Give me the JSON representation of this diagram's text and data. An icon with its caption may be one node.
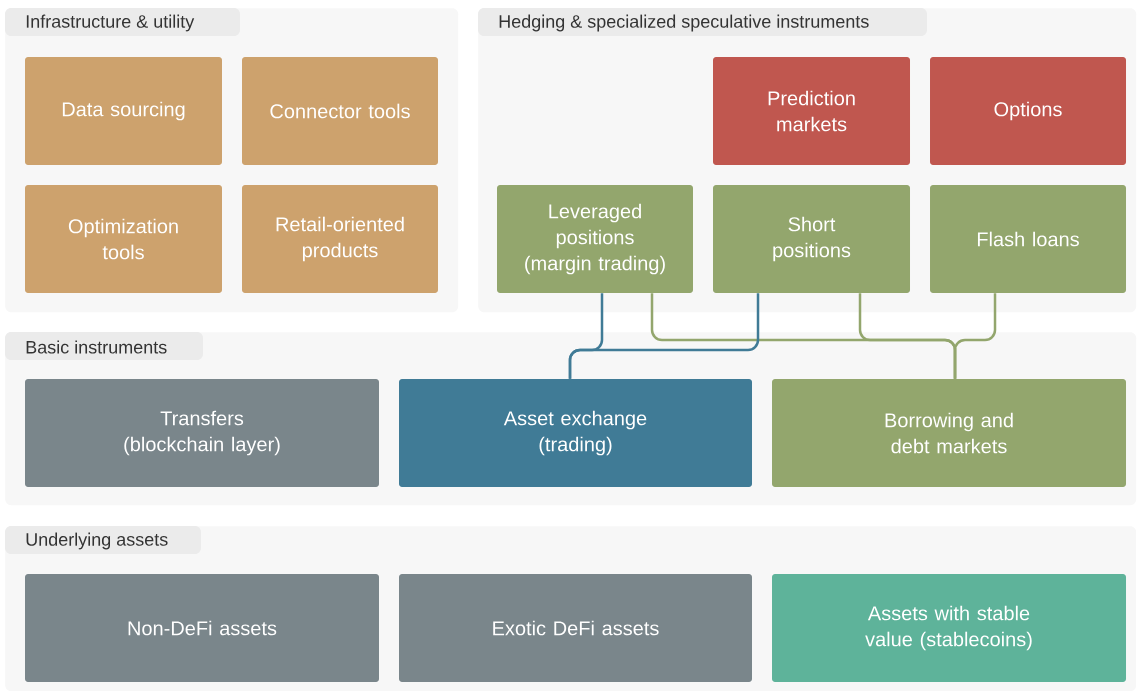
{
  "diagram": {
    "nodes": [
      {
        "text": [
          "Infrastructure & utility"
        ]
      },
      {
        "text": [
          "Data sourcing"
        ],
        "in": 0
      },
      {
        "text": [
          "Connector tools"
        ],
        "in": 0
      },
      {
        "text": [
          "Optimization tools"
        ],
        "in": 0
      },
      {
        "text": [
          "Retail-oriented products"
        ],
        "in": 0
      },
      {
        "text": [
          "Hedging & specialized speculative instruments"
        ]
      },
      {
        "text": [
          "Prediction markets"
        ],
        "in": 5
      },
      {
        "text": [
          "Options"
        ],
        "in": 5
      },
      {
        "text": [
          "Leveraged positions (margin trading)"
        ],
        "in": 5
      },
      {
        "text": [
          "Short positions"
        ],
        "in": 5
      },
      {
        "text": [
          "Flash loans"
        ],
        "in": 5
      },
      {
        "text": [
          "Basic instruments"
        ]
      },
      {
        "text": [
          "Transfers (blockchain layer)"
        ],
        "in": 11
      },
      {
        "text": [
          "Asset exchange (trading)"
        ],
        "in": 11
      },
      {
        "text": [
          "Borrowing and debt markets"
        ],
        "in": 11
      },
      {
        "text": [
          "Underlying assets"
        ]
      },
      {
        "text": [
          "Non-DeFi assets"
        ],
        "in": 15
      },
      {
        "text": [
          "Exotic DeFi assets"
        ],
        "in": 15
      },
      {
        "text": [
          "Assets with stable value (stablecoins)"
        ],
        "in": 15
      }
    ],
    "edges": [
      {
        "from": 8,
        "to": 14,
        "arrow": "none"
      },
      {
        "from": 9,
        "to": 14,
        "arrow": "none"
      },
      {
        "from": 10,
        "to": 14,
        "arrow": "none"
      },
      {
        "from": 8,
        "to": 13,
        "arrow": "none",
        "color": "#407b96"
      },
      {
        "from": 9,
        "to": 13,
        "arrow": "none",
        "color": "#407b96"
      }
    ]
  }
}
